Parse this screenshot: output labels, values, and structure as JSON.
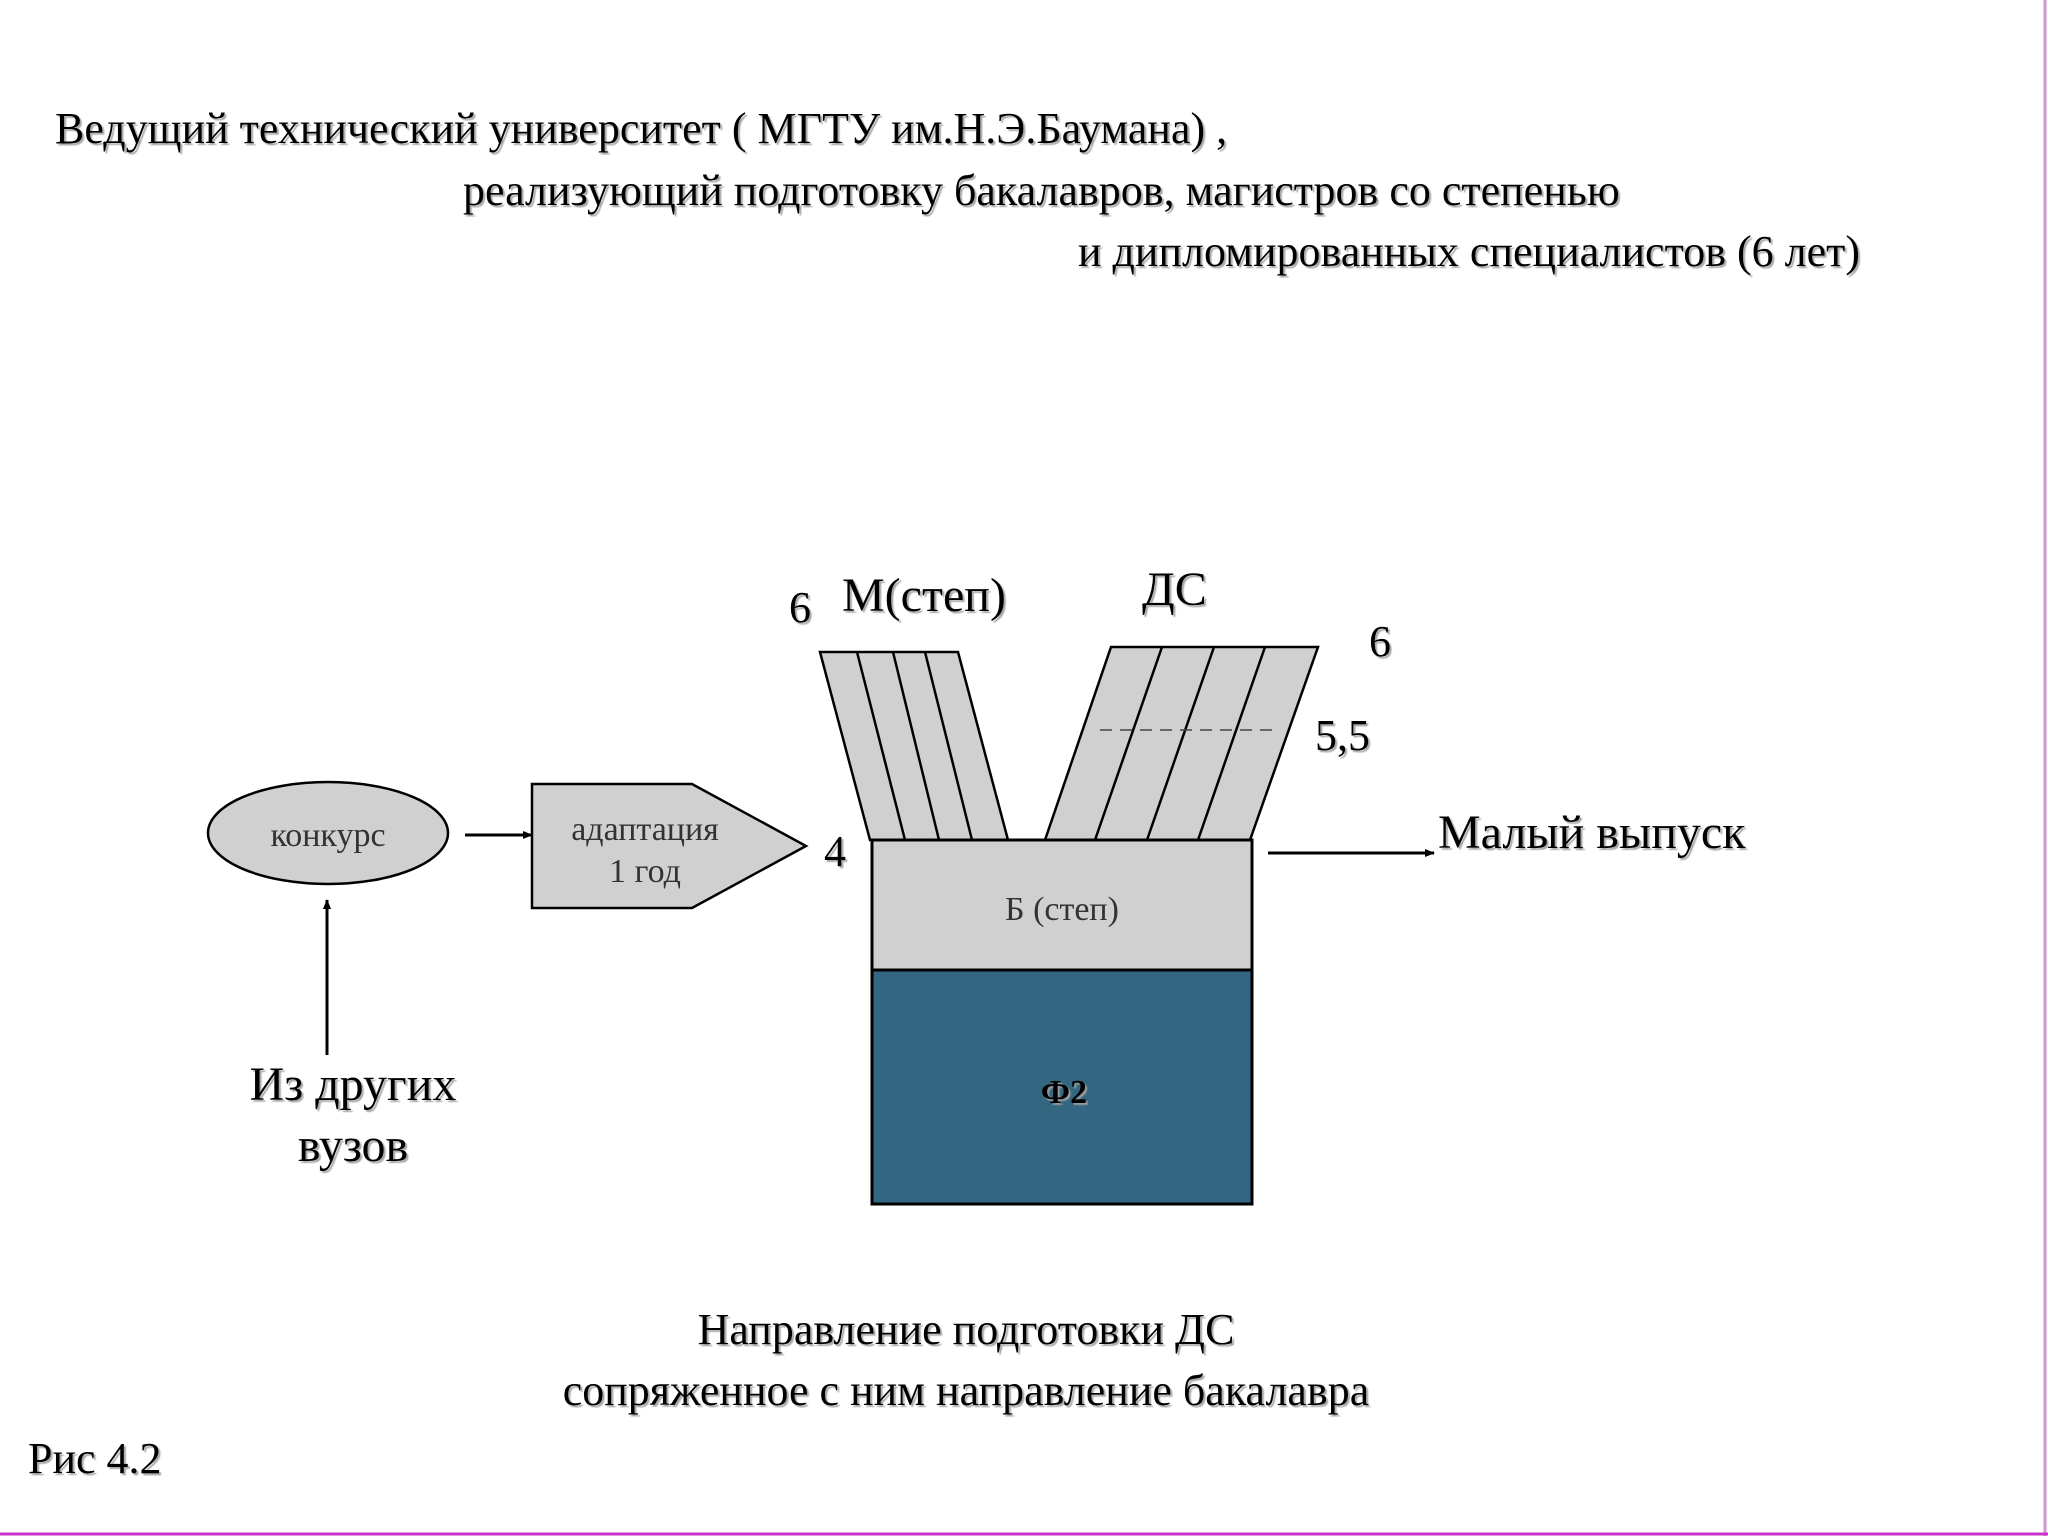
{
  "header": {
    "line1": "Ведущий технический университет ( МГТУ им.Н.Э.Баумана) ,",
    "line2": "реализующий подготовку  бакалавров, магистров со степенью",
    "line3": "и дипломированных специалистов (6 лет)"
  },
  "diagram": {
    "contest_label": "конкурс",
    "adaptation_line1": "адаптация",
    "adaptation_line2": "1 год",
    "other_univ_line1": "Из других",
    "other_univ_line2": "вузов",
    "bachelor_label": "Б (степ)",
    "foundation_label": "Ф2",
    "master_label": "М(степ)",
    "master_year": "6",
    "ds_label": "ДС",
    "ds_year_top": "6",
    "ds_year_mid": "5,5",
    "bachelor_year": "4",
    "output_label": "Малый выпуск",
    "colors": {
      "shape_fill": "#d0d0d0",
      "foundation_fill": "#336680",
      "page_right_border": "#cc99cc",
      "page_bottom_border": "#cc33cc"
    }
  },
  "footer": {
    "caption_line1": "Направление подготовки ДС",
    "caption_line2": "сопряженное с ним направление бакалавра",
    "figure_label": "Рис 4.2"
  }
}
